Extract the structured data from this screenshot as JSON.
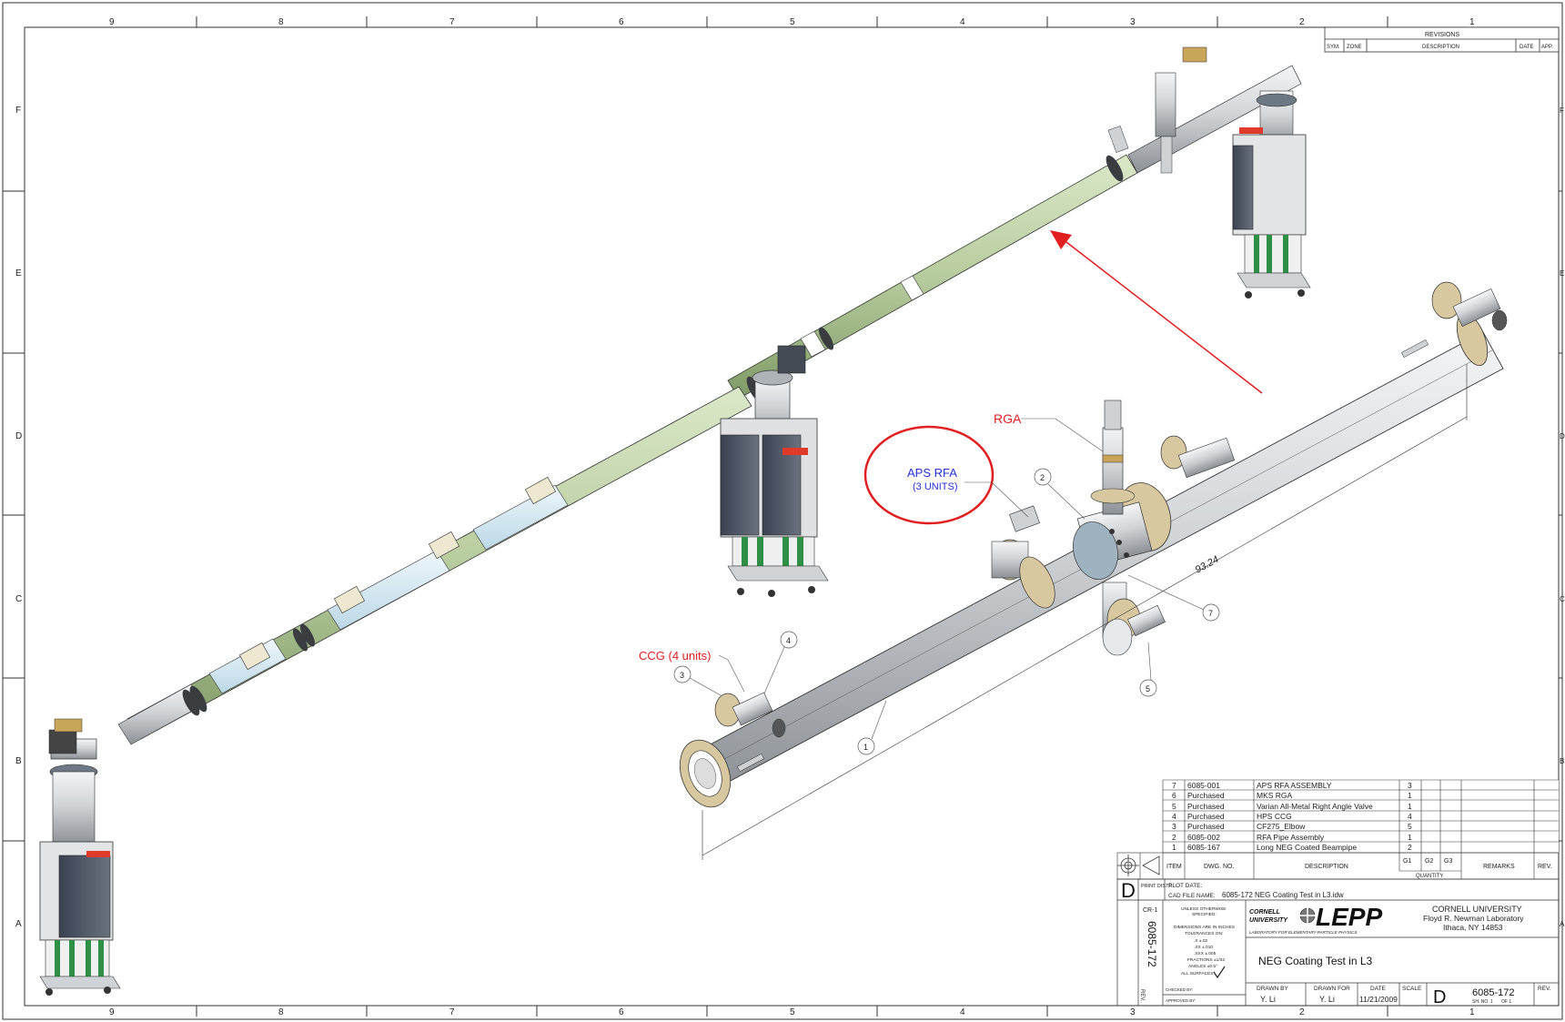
{
  "border": {
    "columns_top": [
      "9",
      "8",
      "7",
      "6",
      "5",
      "4",
      "3",
      "2",
      "1"
    ],
    "columns_bottom": [
      "9",
      "8",
      "7",
      "6",
      "5",
      "4",
      "3",
      "2",
      "1"
    ],
    "rows_left": [
      "F",
      "E",
      "D",
      "C",
      "B",
      "A"
    ],
    "rows_right": [
      "F",
      "E",
      "D",
      "C",
      "B",
      "A"
    ]
  },
  "revisions": {
    "title": "REVISIONS",
    "headers": [
      "SYM.",
      "ZONE",
      "DESCRIPTION",
      "DATE",
      "APP."
    ]
  },
  "callouts": {
    "rga": "RGA",
    "aps_rfa": "APS RFA",
    "aps_rfa_units": "(3 UNITS)",
    "ccg": "CCG (4 units)",
    "dimension": "93.24",
    "balloons": [
      "1",
      "2",
      "3",
      "4",
      "5",
      "7"
    ]
  },
  "bom": {
    "rows": [
      {
        "item": "7",
        "dwg": "6085-001",
        "desc": "APS RFA ASSEMBLY",
        "qty": "3"
      },
      {
        "item": "6",
        "dwg": "Purchased",
        "desc": "MKS RGA",
        "qty": "1"
      },
      {
        "item": "5",
        "dwg": "Purchased",
        "desc": "Varian All-Metal Right Angle Valve",
        "qty": "1"
      },
      {
        "item": "4",
        "dwg": "Purchased",
        "desc": "HPS CCG",
        "qty": "4"
      },
      {
        "item": "3",
        "dwg": "Purchased",
        "desc": "CF275_Elbow",
        "qty": "5"
      },
      {
        "item": "2",
        "dwg": "6085-002",
        "desc": "RFA Pipe Assembly",
        "qty": "1"
      },
      {
        "item": "1",
        "dwg": "6085-167",
        "desc": "Long NEG Coated Beampipe",
        "qty": "2"
      }
    ],
    "headers": {
      "item": "ITEM",
      "dwg": "DWG. NO.",
      "desc": "DESCRIPTION",
      "g1": "G1",
      "g2": "G2",
      "g3": "G3",
      "quantity": "QUANTITY",
      "remarks": "REMARKS",
      "rev": "REV."
    }
  },
  "title_block": {
    "size_letter": "D",
    "print_distr": "PRINT DISTR.",
    "plot_date": "PLOT DATE:",
    "cad_file_label": "CAD FILE NAME:",
    "cad_file_name": "6085-172 NEG Coating Test in L3.idw",
    "cr": "CR-1",
    "side_number": "6085-172",
    "side_rev": "REV.",
    "tolerances": [
      "UNLESS OTHERWISE",
      "SPECIFIED:",
      "DIMENSIONS ARE IN INCHES",
      "TOLERANCES ON:",
      ".X ±.02",
      ".XX ±.010",
      ".XXX ±.005",
      "FRACTIONS ±1/32",
      "ANGLES ±0.5°",
      "ALL SURFACES"
    ],
    "checked_by": "CHECKED BY:",
    "approved_by": "APPROVED BY:",
    "cornell": "CORNELL",
    "university": "UNIVERSITY",
    "lepp": "LEPP",
    "lab_line": "LABORATORY FOR ELEMENTARY-PARTICLE PHYSICS",
    "org1": "CORNELL UNIVERSITY",
    "org2": "Floyd R. Newman Laboratory",
    "org3": "Ithaca, NY 14853",
    "title": "NEG Coating Test in L3",
    "drawn_by_label": "DRAWN BY",
    "drawn_by": "Y. Li",
    "drawn_for_label": "DRAWN FOR",
    "drawn_for": "Y. Li",
    "date_label": "DATE",
    "date": "11/21/2009",
    "scale_label": "SCALE",
    "size": "D",
    "number": "6085-172",
    "sheet_no": "SH. NO. 1",
    "sheet_of": "OF 1",
    "rev": "REV."
  },
  "colors": {
    "neg_pipe": "#b7cc9e",
    "steel": "#c9cdd1",
    "brass": "#d8c8a0",
    "red_annotation": "#e02020",
    "blue_annotation": "#2633d6",
    "stand_green": "#2f8f47",
    "pump_dark": "#4a5260"
  }
}
